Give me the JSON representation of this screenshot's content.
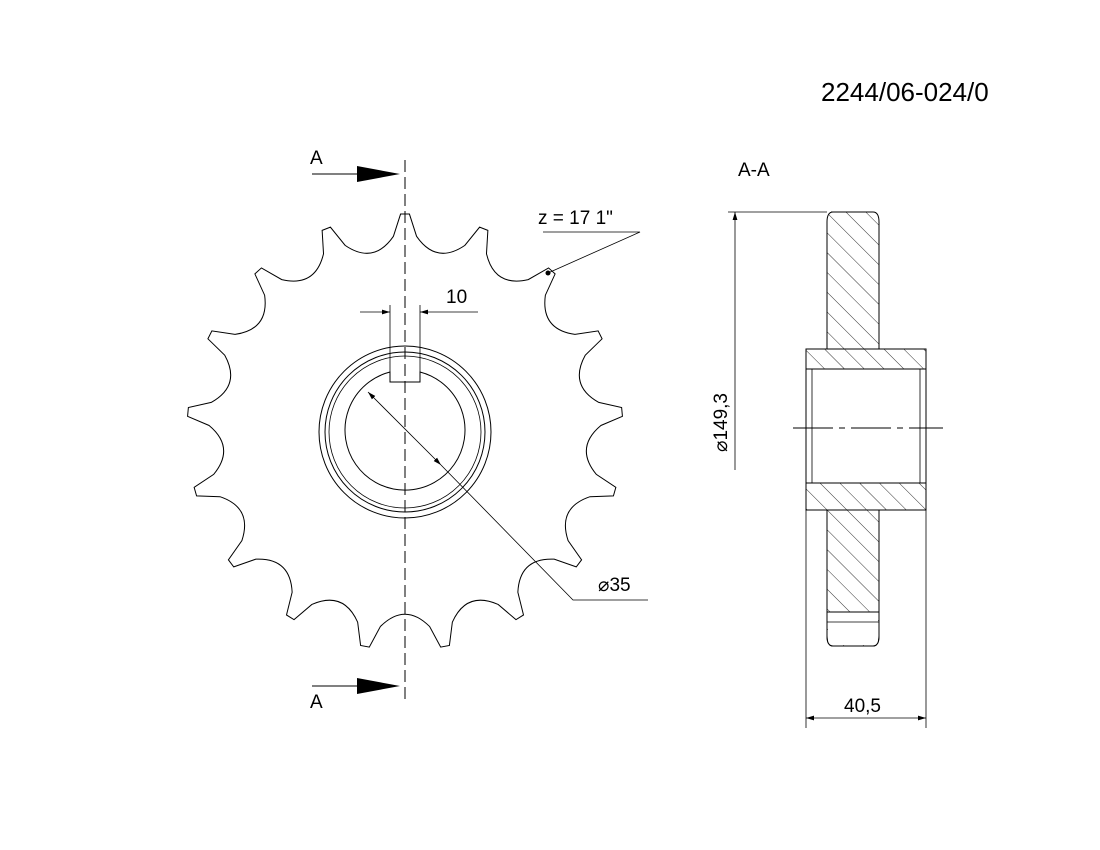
{
  "title_block": {
    "part_number": "2244/06-024/0"
  },
  "section": {
    "cut_label_top": "A",
    "cut_label_bottom": "A",
    "view_title": "A-A"
  },
  "annotations": {
    "teeth_note": "z = 17  1\"",
    "keyway_width": "10",
    "bore_diameter": "⌀35",
    "outer_diameter": "⌀149,3",
    "hub_width": "40,5"
  },
  "sprocket": {
    "teeth": 17
  },
  "colors": {
    "line": "#000000",
    "background": "#ffffff"
  }
}
